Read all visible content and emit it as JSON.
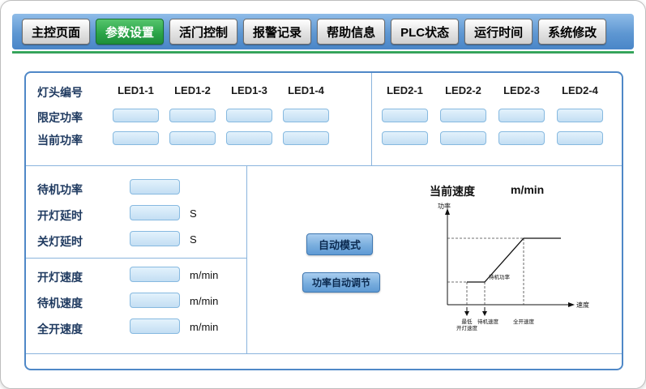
{
  "nav": {
    "tabs": [
      {
        "label": "主控页面",
        "active": false
      },
      {
        "label": "参数设置",
        "active": true
      },
      {
        "label": "活门控制",
        "active": false
      },
      {
        "label": "报警记录",
        "active": false
      },
      {
        "label": "帮助信息",
        "active": false
      },
      {
        "label": "PLC状态",
        "active": false
      },
      {
        "label": "运行时间",
        "active": false
      },
      {
        "label": "系统修改",
        "active": false
      }
    ]
  },
  "led_table": {
    "row_labels": [
      "灯头编号",
      "限定功率",
      "当前功率"
    ],
    "group1_headers": [
      "LED1-1",
      "LED1-2",
      "LED1-3",
      "LED1-4"
    ],
    "group2_headers": [
      "LED2-1",
      "LED2-2",
      "LED2-3",
      "LED2-4"
    ],
    "limit_values": [
      "",
      "",
      "",
      "",
      "",
      "",
      "",
      ""
    ],
    "current_values": [
      "",
      "",
      "",
      "",
      "",
      "",
      "",
      ""
    ]
  },
  "params": {
    "standby_power": {
      "label": "待机功率",
      "value": "",
      "unit": ""
    },
    "on_delay": {
      "label": "开灯延时",
      "value": "",
      "unit": "S"
    },
    "off_delay": {
      "label": "关灯延时",
      "value": "",
      "unit": "S"
    },
    "on_speed": {
      "label": "开灯速度",
      "value": "",
      "unit": "m/min"
    },
    "standby_speed": {
      "label": "待机速度",
      "value": "",
      "unit": "m/min"
    },
    "full_speed": {
      "label": "全开速度",
      "value": "",
      "unit": "m/min"
    }
  },
  "buttons": {
    "auto_mode": "自动模式",
    "power_auto_adjust": "功率自动调节"
  },
  "chart": {
    "type": "line",
    "header_label": "当前速度",
    "header_unit": "m/min",
    "y_axis_label": "功率",
    "x_axis_label": "速度",
    "standby_power_label": "待机功率",
    "x_tick_line1": [
      "最低",
      "待机速度",
      "全开速度"
    ],
    "x_tick_line2": "开灯速度"
  },
  "colors": {
    "nav_blue": "#5e97d2",
    "active_tab_green": "#2aa348",
    "panel_border_blue": "#4f88c7",
    "field_blue": "#c3def3",
    "button_blue": "#79aede"
  }
}
